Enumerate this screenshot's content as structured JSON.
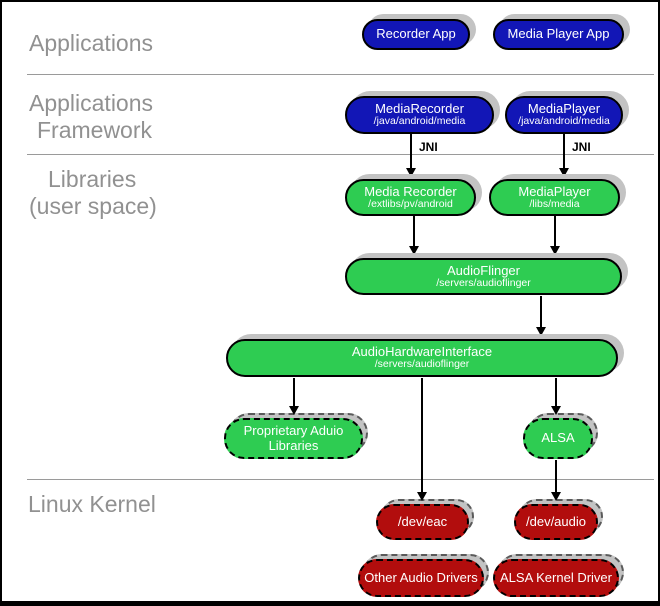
{
  "sections": {
    "applications": "Applications",
    "framework_line1": "Applications",
    "framework_line2": "Framework",
    "libraries_line1": "Libraries",
    "libraries_line2": "(user space)",
    "linux_kernel": "Linux Kernel"
  },
  "labels": {
    "jni_left": "JNI",
    "jni_right": "JNI"
  },
  "nodes": {
    "recorder_app": {
      "title": "Recorder App"
    },
    "media_player_app": {
      "title": "Media Player App"
    },
    "media_recorder_fw": {
      "title": "MediaRecorder",
      "path": "/java/android/media"
    },
    "media_player_fw": {
      "title": "MediaPlayer",
      "path": "/java/android/media"
    },
    "media_recorder_lib": {
      "title": "Media Recorder",
      "path": "/extlibs/pv/android"
    },
    "media_player_lib": {
      "title": "MediaPlayer",
      "path": "/libs/media"
    },
    "audio_flinger": {
      "title": "AudioFlinger",
      "path": "/servers/audioflinger"
    },
    "audio_hardware_interface": {
      "title": "AudioHardwareInterface",
      "path": "/servers/audioflinger"
    },
    "proprietary_audio_libraries": {
      "line1": "Proprietary Aduio",
      "line2": "Libraries"
    },
    "alsa": {
      "title": "ALSA"
    },
    "dev_eac": {
      "title": "/dev/eac"
    },
    "dev_audio": {
      "title": "/dev/audio"
    },
    "other_audio_drivers": {
      "title": "Other Audio Drivers"
    },
    "alsa_kernel_driver": {
      "title": "ALSA Kernel Driver"
    }
  },
  "colors": {
    "app_blue": "#1216b6",
    "lib_green": "#2ecc52",
    "kernel_red": "#b20d0d",
    "shadow_gray": "#c3c3c3",
    "label_gray": "#919191",
    "divider_gray": "#9a9a9a"
  }
}
